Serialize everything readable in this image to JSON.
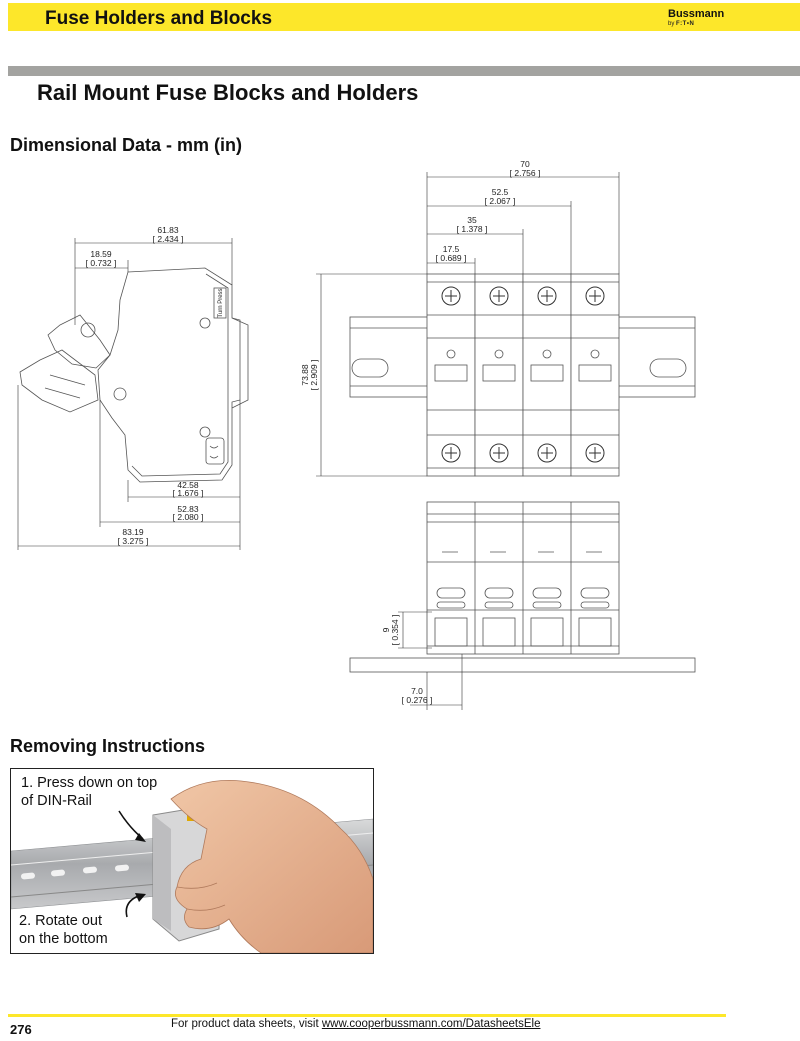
{
  "header": {
    "title": "Fuse Holders and Blocks",
    "brand": "Bussmann",
    "brand_by": "by",
    "brand_parent": "F:T•N"
  },
  "page_title": "Rail Mount Fuse Blocks and Holders",
  "dimensional": {
    "title": "Dimensional Data - mm (in)",
    "side_view": [
      {
        "mm": "61.83",
        "in": "[ 2.434 ]"
      },
      {
        "mm": "18.59",
        "in": "[ 0.732 ]"
      },
      {
        "mm": "42.58",
        "in": "[ 1.676 ]"
      },
      {
        "mm": "52.83",
        "in": "[ 2.080 ]"
      },
      {
        "mm": "83.19",
        "in": "[ 3.275 ]"
      }
    ],
    "device_label": "Turn Press",
    "front_view": [
      {
        "mm": "70",
        "in": "[ 2.756 ]"
      },
      {
        "mm": "52.5",
        "in": "[ 2.067 ]"
      },
      {
        "mm": "35",
        "in": "[ 1.378 ]"
      },
      {
        "mm": "17.5",
        "in": "[ 0.689 ]"
      },
      {
        "mm": "73.88",
        "in": "[ 2.909 ]"
      }
    ],
    "bottom_view": [
      {
        "mm": "9",
        "in": "[ 0.354 ]"
      },
      {
        "mm": "7.0",
        "in": "[ 0.276 ]"
      }
    ]
  },
  "removing": {
    "title": "Removing Instructions",
    "step1": "1. Press down on top\n    of DIN-Rail",
    "step2": "2. Rotate out\n    on the bottom"
  },
  "footer": {
    "page_number": "276",
    "text": "For product data sheets, visit ",
    "link": "www.cooperbussmann.com/DatasheetsEle"
  }
}
